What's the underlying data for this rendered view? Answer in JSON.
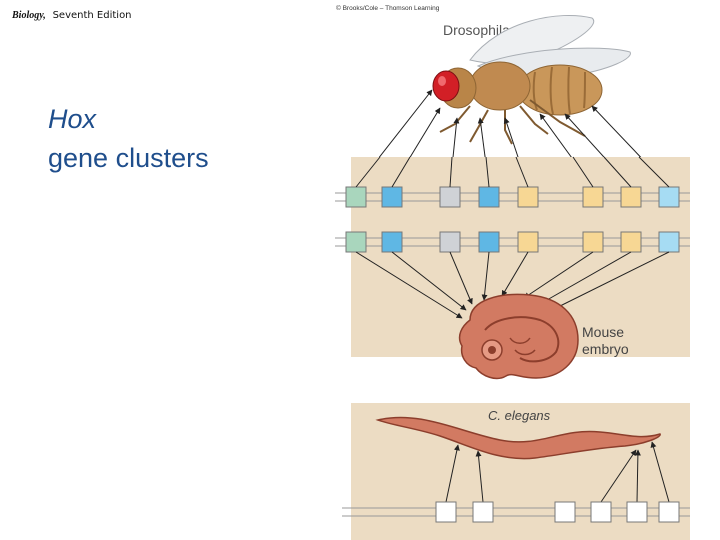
{
  "header": {
    "book": "Biology,",
    "edition": "Seventh Edition"
  },
  "title": {
    "line1": "Hox",
    "line2": "gene clusters"
  },
  "figure": {
    "copyright": "© Brooks/Cole – Thomson Learning",
    "fly_label": "Drosophila",
    "mouse_label_line1": "Mouse",
    "mouse_label_line2": "embryo",
    "worm_label": "C. elegans",
    "colors": {
      "panel": "#ecdcc3",
      "tissue": "#d27a62",
      "tissue_dark": "#8c3e2c",
      "fly_body": "#c9975a",
      "fly_eye": "#d21f26",
      "green": "#a9d6bd",
      "blue": "#5fb7e4",
      "gray": "#cfd2d6",
      "yellow": "#f7d794",
      "lightblue": "#a6dcf3"
    }
  }
}
